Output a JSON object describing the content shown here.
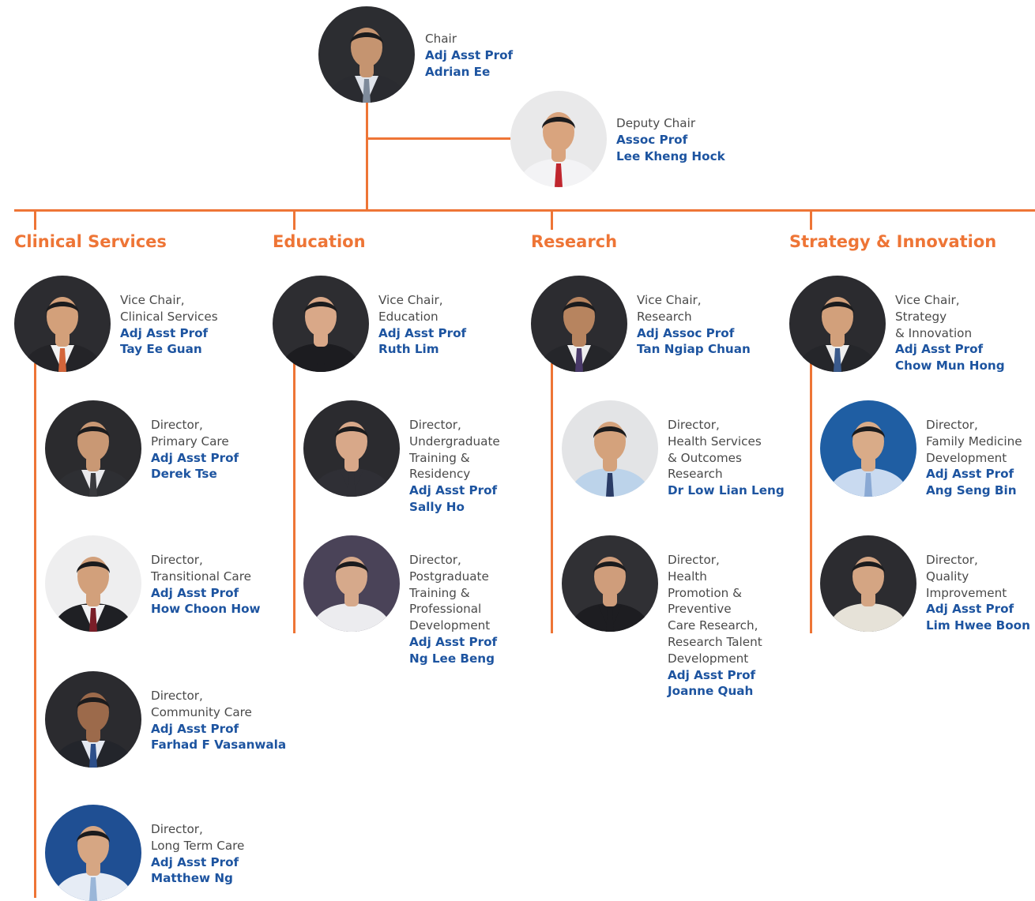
{
  "departments": [
    {
      "id": "clinical",
      "label": "Clinical Services"
    },
    {
      "id": "education",
      "label": "Education"
    },
    {
      "id": "research",
      "label": "Research"
    },
    {
      "id": "strategy",
      "label": "Strategy & Innovation"
    }
  ],
  "people": {
    "chair": {
      "role": [
        "Chair"
      ],
      "name": [
        "Adj Asst Prof",
        "Adrian Ee"
      ],
      "bg": "#2c2d31",
      "skin": "#c59470",
      "shirt": "#dfe3ea",
      "tie": "#7e8a9a",
      "suit": "#2a2b30"
    },
    "deputy": {
      "role": [
        "Deputy Chair"
      ],
      "name": [
        "Assoc Prof",
        "Lee Kheng Hock"
      ],
      "bg": "#e9e9ea",
      "skin": "#d9a47e",
      "shirt": "#f3f3f5",
      "tie": "#c0262e",
      "suit": "#f3f3f5"
    },
    "c1": {
      "role": [
        "Vice Chair,",
        "Clinical Services"
      ],
      "name": [
        "Adj Asst Prof",
        "Tay Ee Guan"
      ],
      "bg": "#2c2c30",
      "skin": "#d3a07a",
      "shirt": "#f2f2f2",
      "tie": "#d4653a",
      "suit": "#242428"
    },
    "c2": {
      "role": [
        "Director,",
        "Primary Care"
      ],
      "name": [
        "Adj Asst Prof",
        "Derek Tse"
      ],
      "bg": "#2b2b2e",
      "skin": "#c99874",
      "shirt": "#e9e9ec",
      "tie": "#3a3a3e",
      "suit": "#2e2f33"
    },
    "c3": {
      "role": [
        "Director,",
        "Transitional Care"
      ],
      "name": [
        "Adj Asst Prof",
        "How Choon How"
      ],
      "bg": "#eeeeef",
      "skin": "#d2a07b",
      "shirt": "#f2f2f4",
      "tie": "#7a1e28",
      "suit": "#1f2024"
    },
    "c4": {
      "role": [
        "Director,",
        "Community Care"
      ],
      "name": [
        "Adj Asst Prof",
        "Farhad F Vasanwala"
      ],
      "bg": "#2b2b2f",
      "skin": "#9c6a4b",
      "shirt": "#e4e8f0",
      "tie": "#2d4f8a",
      "suit": "#23252b"
    },
    "c5": {
      "role": [
        "Director,",
        "Long Term Care"
      ],
      "name": [
        "Adj Asst Prof",
        "Matthew Ng"
      ],
      "bg": "#1f4f93",
      "skin": "#d6a683",
      "shirt": "#e6ecf5",
      "tie": "#9ab6d8",
      "suit": "#e6ecf5"
    },
    "e1": {
      "role": [
        "Vice Chair,",
        "Education"
      ],
      "name": [
        "Adj Asst Prof",
        "Ruth Lim"
      ],
      "bg": "#2d2d31",
      "skin": "#d9a888",
      "shirt": "#1c1c20",
      "tie": "#1c1c20",
      "suit": "#1c1c20"
    },
    "e2": {
      "role": [
        "Director,",
        "Undergraduate",
        "Training &",
        "Residency"
      ],
      "name": [
        "Adj Asst Prof",
        "Sally Ho"
      ],
      "bg": "#2b2b2f",
      "skin": "#d8a889",
      "shirt": "#2f2f35",
      "tie": "#2f2f35",
      "suit": "#2f2f35"
    },
    "e3": {
      "role": [
        "Director,",
        "Postgraduate",
        "Training &",
        "Professional",
        "Development"
      ],
      "name": [
        "Adj Asst Prof",
        "Ng Lee Beng"
      ],
      "bg": "#4a4358",
      "skin": "#d6a98b",
      "shirt": "#ececef",
      "tie": "#ececef",
      "suit": "#ececef"
    },
    "r1": {
      "role": [
        "Vice Chair,",
        "Research"
      ],
      "name": [
        "Adj Assoc Prof",
        "Tan Ngiap Chuan"
      ],
      "bg": "#2c2c30",
      "skin": "#b7845f",
      "shirt": "#eeeeee",
      "tie": "#4a3a6a",
      "suit": "#25262a"
    },
    "r2": {
      "role": [
        "Director,",
        "Health Services",
        "& Outcomes",
        "Research"
      ],
      "name": [
        "Dr Low Lian Leng"
      ],
      "bg": "#e3e4e6",
      "skin": "#d4a27c",
      "shirt": "#bcd3ea",
      "tie": "#2a3c66",
      "suit": "#bcd3ea"
    },
    "r3": {
      "role": [
        "Director,",
        "Health",
        "Promotion &",
        "Preventive",
        "Care Research,",
        "Research Talent",
        "Development"
      ],
      "name": [
        "Adj Asst Prof",
        "Joanne Quah"
      ],
      "bg": "#303034",
      "skin": "#cf9d7b",
      "shirt": "#1d1d21",
      "tie": "#1d1d21",
      "suit": "#1d1d21"
    },
    "s1": {
      "role": [
        "Vice Chair,",
        "Strategy",
        "& Innovation"
      ],
      "name": [
        "Adj Asst Prof",
        "Chow Mun Hong"
      ],
      "bg": "#2b2b2f",
      "skin": "#d2a07b",
      "shirt": "#eeeeee",
      "tie": "#3a5a8c",
      "suit": "#25262a"
    },
    "s2": {
      "role": [
        "Director,",
        "Family Medicine",
        "Development"
      ],
      "name": [
        "Adj Asst Prof",
        "Ang Seng Bin"
      ],
      "bg": "#1f5ea3",
      "skin": "#d9ab88",
      "shirt": "#c9daf0",
      "tie": "#8aa9d4",
      "suit": "#c9daf0"
    },
    "s3": {
      "role": [
        "Director,",
        "Quality",
        "Improvement"
      ],
      "name": [
        "Adj Asst Prof",
        "Lim Hwee Boon"
      ],
      "bg": "#2c2c30",
      "skin": "#d4a583",
      "shirt": "#e6e2d8",
      "tie": "#e6e2d8",
      "suit": "#e6e2d8"
    }
  }
}
